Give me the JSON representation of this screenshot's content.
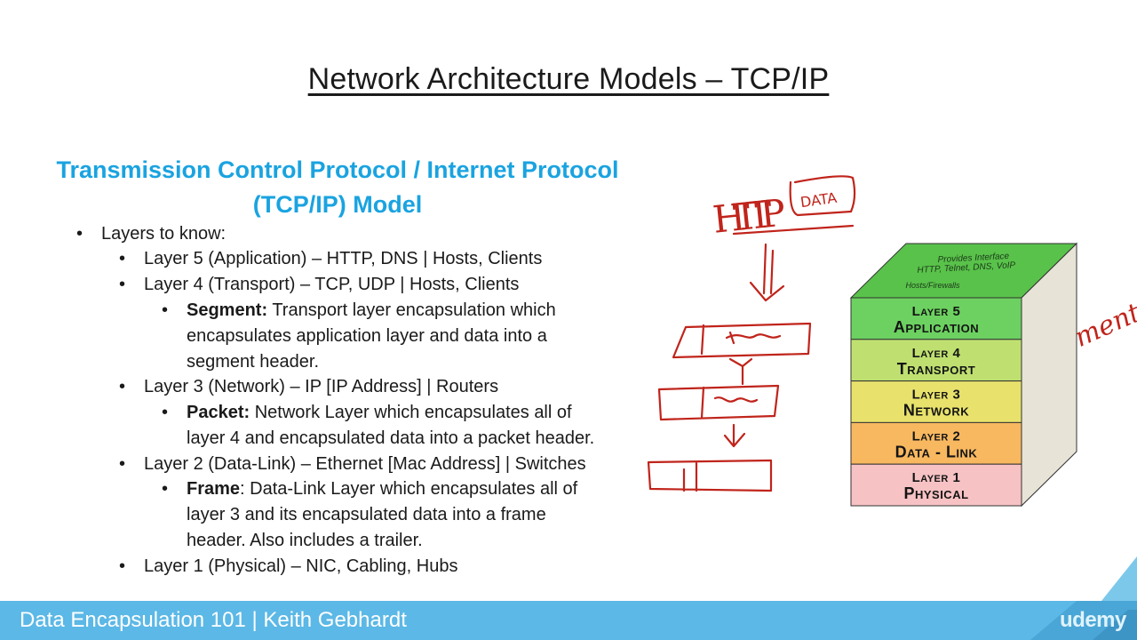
{
  "slide": {
    "title": "Network Architecture Models – TCP/IP",
    "subtitle_line1": "Transmission Control Protocol / Internet Protocol",
    "subtitle_line2": "(TCP/IP) Model"
  },
  "bullets": {
    "intro": "Layers to know:",
    "layer5": "Layer 5 (Application) – HTTP, DNS | Hosts, Clients",
    "layer4": "Layer 4 (Transport) – TCP, UDP | Hosts, Clients",
    "segment": {
      "term": "Segment:",
      "line1": " Transport layer encapsulation which",
      "line2": "encapsulates application layer and data into a",
      "line3": "segment header."
    },
    "layer3": "Layer 3 (Network) – IP [IP Address] | Routers",
    "packet": {
      "term": "Packet:",
      "line1": " Network Layer which encapsulates all of",
      "line2": "layer 4 and encapsulated data into a packet header."
    },
    "layer2": "Layer 2 (Data-Link) – Ethernet [Mac Address] | Switches",
    "frame": {
      "term": "Frame",
      "line1": ": Data-Link Layer which encapsulates all of",
      "line2": "layer 3 and its encapsulated data into a frame",
      "line3": "header. Also includes a trailer."
    },
    "layer1": "Layer 1 (Physical) – NIC, Cabling, Hubs"
  },
  "stack": {
    "top_line1": "Provides Interface",
    "top_line2": "HTTP, Telnet, DNS, VoIP",
    "top_line3": "Hosts/Firewalls",
    "layers": [
      {
        "line1": "Layer 5",
        "line2": "Application",
        "color": "#6cd160"
      },
      {
        "line1": "Layer 4",
        "line2": "Transport",
        "color": "#bfe070"
      },
      {
        "line1": "Layer 3",
        "line2": "Network",
        "color": "#e8e26c"
      },
      {
        "line1": "Layer 2",
        "line2": "Data - Link",
        "color": "#f8b860"
      },
      {
        "line1": "Layer 1",
        "line2": "Physical",
        "color": "#f7c2c4"
      }
    ]
  },
  "annotations": {
    "http": "HTTP",
    "data": "DATA",
    "segment": "Segment"
  },
  "footer": {
    "text": "Data Encapsulation 101 | Keith Gebhardt",
    "logo": "udemy"
  },
  "colors": {
    "subtitle": "#1aa3e0",
    "footer": "#5cb8e6",
    "ink": "#c0241b"
  }
}
